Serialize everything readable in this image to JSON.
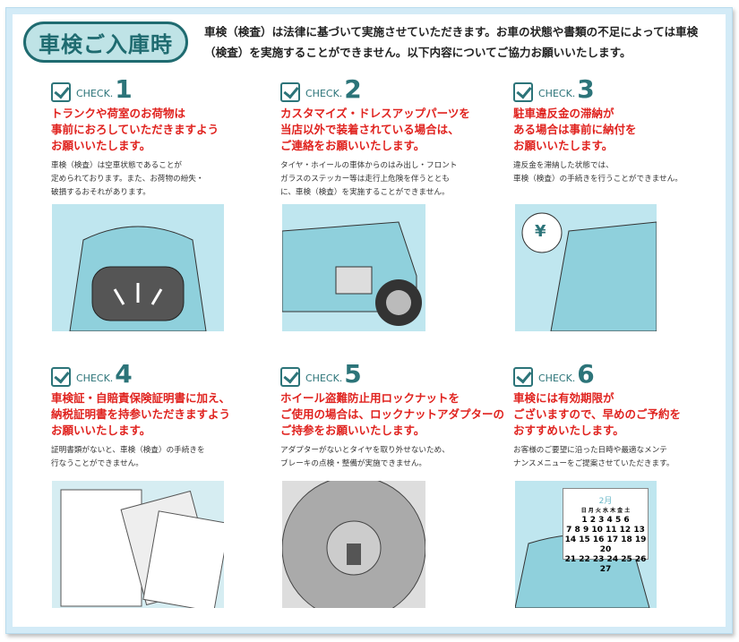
{
  "header": {
    "badge": "車検ご入庫時",
    "intro": "車検（検査）は法律に基づいて実施させていただきます。お車の状態や書類の不足によっては車検（検査）を実施することができません。以下内容についてご協力お願いいたします。"
  },
  "check_label": "CHECK.",
  "cards": [
    {
      "num": "1",
      "head": "トランクや荷室のお荷物は\n事前におろしていただきますよう\nお願いいたします。",
      "desc": "車検（検査）は空車状態であることが\n定められております。また、お荷物の紛失・\n破損するおそれがあります。"
    },
    {
      "num": "2",
      "head": "カスタマイズ・ドレスアップパーツを\n当店以外で装着されている場合は、\nご連絡をお願いいたします。",
      "desc": "タイヤ・ホイールの車体からのはみ出し・フロント\nガラスのステッカー等は走行上危険を伴うととも\nに、車検（検査）を実施することができません。"
    },
    {
      "num": "3",
      "head": "駐車違反金の滞納が\nある場合は事前に納付を\nお願いいたします。",
      "desc": "違反金を滞納した状態では、\n車検（検査）の手続きを行うことができません。"
    },
    {
      "num": "4",
      "head": "車検証・自賠責保険証明書に加え、\n納税証明書を持参いただきますよう\nお願いいたします。",
      "desc": "証明書類がないと、車検（検査）の手続きを\n行なうことができません。"
    },
    {
      "num": "5",
      "head": "ホイール盗難防止用ロックナットを\nご使用の場合は、ロックナットアダプターの\nご持参をお願いいたします。",
      "desc": "アダプターがないとタイヤを取り外せないため、\nブレーキの点検・整備が実施できません。"
    },
    {
      "num": "6",
      "head": "車検には有効期限が\nございますので、早めのご予約を\nおすすめいたします。",
      "desc": "お客様のご要望に沿った日時や最適なメンテ\nナンスメニューをご提案させていただきます。"
    }
  ],
  "illustrations": {
    "yen": "¥",
    "calendar": {
      "month": "2月",
      "weekdays": "日 月 火 水 木 金 土",
      "rows": [
        "1 2 3 4 5 6",
        "7 8 9 10 11 12 13",
        "14 15 16 17 18 19 20",
        "21 22 23 24 25 26 27"
      ]
    }
  }
}
